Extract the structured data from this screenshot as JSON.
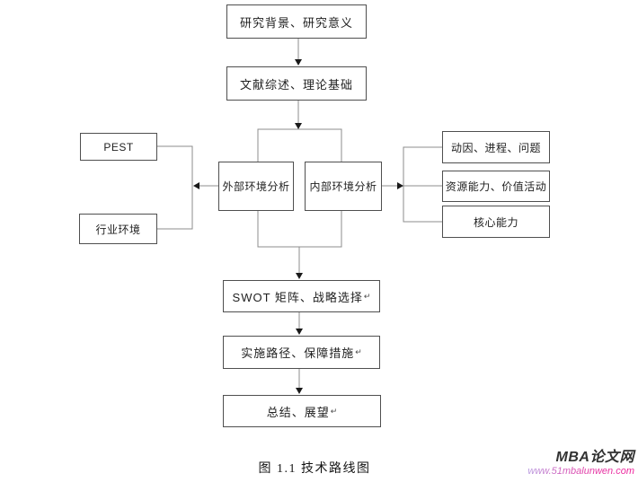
{
  "diagram": {
    "caption": "图 1.1 技术路线图",
    "return_mark": "↵",
    "nodes": {
      "research": {
        "label": "研究背景、研究意义"
      },
      "literature": {
        "label": "文献综述、理论基础"
      },
      "external": {
        "label": "外部环境分析"
      },
      "internal": {
        "label": "内部环境分析"
      },
      "pest": {
        "label": "PEST"
      },
      "industry": {
        "label": "行业环境"
      },
      "drivers": {
        "label": "动因、进程、问题"
      },
      "resources": {
        "label": "资源能力、价值活动"
      },
      "core_competence": {
        "label": "核心能力"
      },
      "swot": {
        "label": "SWOT 矩阵、战略选择"
      },
      "implementation": {
        "label": "实施路径、保障措施"
      },
      "summary": {
        "label": "总结、展望"
      }
    },
    "colors": {
      "box_border": "#4f4f4f",
      "box_fill": "#ffffff",
      "connector_line": "#8c8c8c",
      "arrowhead": "#1a1a1a",
      "text": "#1f1f1f"
    }
  },
  "watermark": {
    "site_name": "MBA论文网",
    "site_url": "www.51mbalunwen.com",
    "name_color": "#323232",
    "url_gradient_start": "#b79ae0",
    "url_gradient_end": "#ef1f9a"
  }
}
